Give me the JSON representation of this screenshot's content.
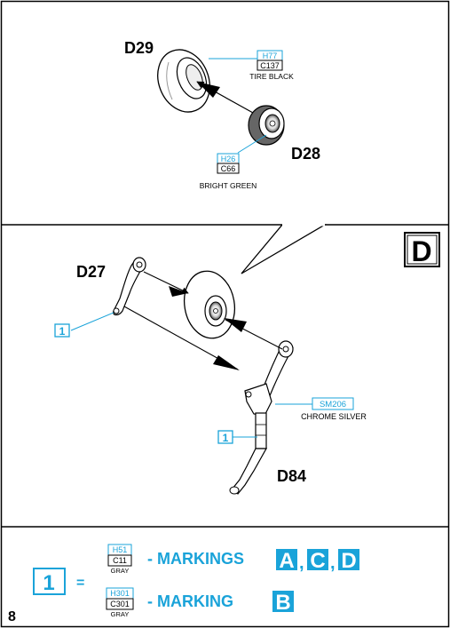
{
  "step1": {
    "parts": {
      "tire": "D29",
      "hub": "D28"
    },
    "paints": [
      {
        "h_code": "H77",
        "c_code": "C137",
        "name": "TIRE BLACK"
      },
      {
        "h_code": "H26",
        "c_code": "C66",
        "name": "BRIGHT GREEN"
      }
    ]
  },
  "step2": {
    "version_letter": "D",
    "parts": {
      "arm": "D27",
      "strut": "D84"
    },
    "paint_refs": [
      "1",
      "1"
    ],
    "paints": [
      {
        "code": "SM206",
        "name": "CHROME SILVER"
      }
    ]
  },
  "legend": {
    "key": "1",
    "equals": "=",
    "rows": [
      {
        "h_code": "H51",
        "c_code": "C11",
        "name": "GRAY",
        "text": "- MARKINGS",
        "letters": [
          "A",
          "C",
          "D"
        ],
        "sep": ","
      },
      {
        "h_code": "H301",
        "c_code": "C301",
        "name": "GRAY",
        "text": "- MARKING",
        "letters": [
          "B"
        ]
      }
    ]
  },
  "page_number": "8",
  "colors": {
    "accent": "#1aa3d9",
    "ink": "#000000",
    "paper": "#ffffff"
  }
}
